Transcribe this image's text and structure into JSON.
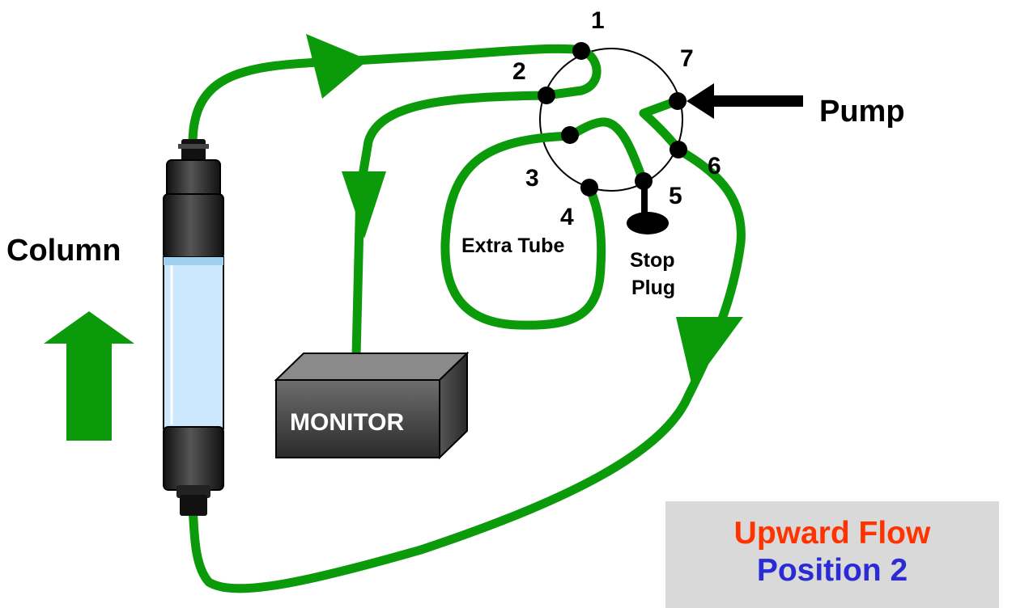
{
  "diagram": {
    "ports": {
      "p1": "1",
      "p2": "2",
      "p3": "3",
      "p4": "4",
      "p5": "5",
      "p6": "6",
      "p7": "7"
    },
    "labels": {
      "pump": "Pump",
      "column": "Column",
      "extra_tube": "Extra Tube",
      "stop_plug_line1": "Stop",
      "stop_plug_line2": "Plug",
      "monitor": "MONITOR"
    },
    "status": {
      "line1": "Upward Flow",
      "line2": "Position 2"
    },
    "colors": {
      "tubing": "#0a9a0a",
      "flow_arrow": "#0a9a0a",
      "status_line1": "#ff3300",
      "status_line2": "#2b2bd6",
      "status_box": "#d9d9d9",
      "column_body": "#1a1a1a",
      "column_glass": "#cce8ff",
      "monitor_box": "#4a4a4a"
    }
  }
}
